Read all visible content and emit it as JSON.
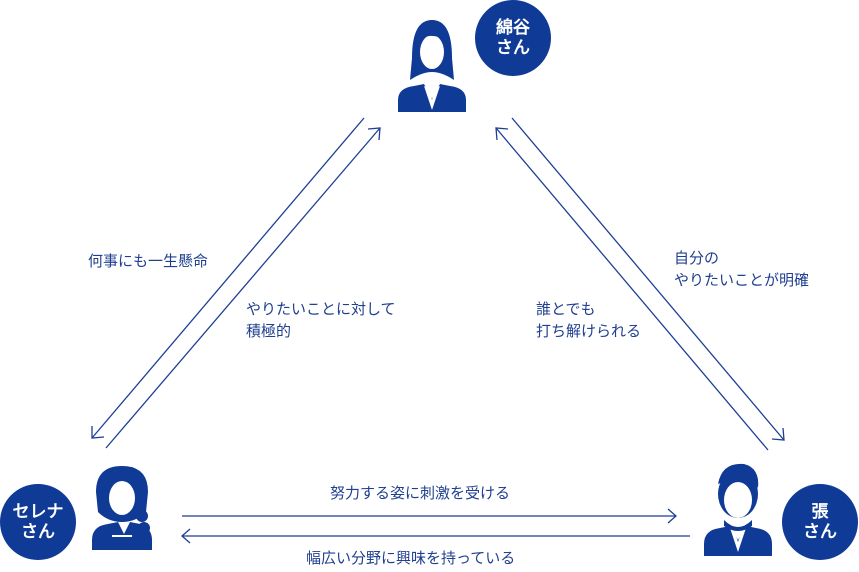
{
  "colors": {
    "primary": "#0f3a96",
    "line": "#1d3f95",
    "text": "#1f3f8f"
  },
  "people": {
    "top": {
      "icon": "female-person-icon",
      "name_line1": "綿谷",
      "name_line2": "さん"
    },
    "left": {
      "icon": "braided-female-person-icon",
      "name_line1": "セレナ",
      "name_line2": "さん"
    },
    "right": {
      "icon": "male-person-icon",
      "name_line1": "張",
      "name_line2": "さん"
    }
  },
  "relations": {
    "top_to_left": {
      "lines": [
        "何事にも一生懸命"
      ]
    },
    "left_to_top": {
      "lines": [
        "やりたいことに対して",
        "積極的"
      ]
    },
    "right_to_top": {
      "lines": [
        "誰とでも",
        "打ち解けられる"
      ]
    },
    "top_to_right": {
      "lines": [
        "自分の",
        "やりたいことが明確"
      ]
    },
    "left_to_right": {
      "lines": [
        "努力する姿に刺激を受ける"
      ]
    },
    "right_to_left": {
      "lines": [
        "幅広い分野に興味を持っている"
      ]
    }
  }
}
